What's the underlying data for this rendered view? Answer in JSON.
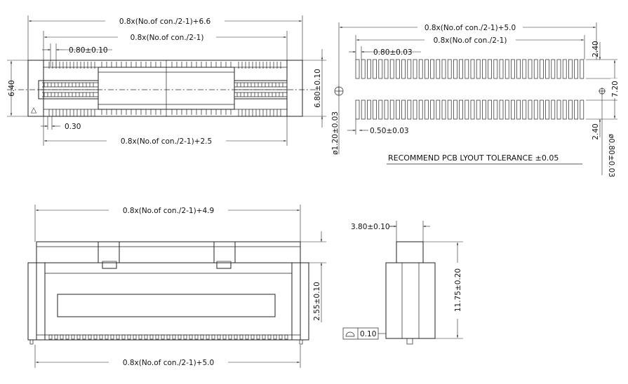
{
  "top_left_view": {
    "dim_overall": "0.8x(No.of con./2-1)+6.6",
    "dim_pitch_span": "0.8x(No.of con./2-1)",
    "dim_pitch": "0.80±0.10",
    "dim_height": "6.40",
    "dim_inner_height": "6.80±0.10",
    "dim_offset": "0.30",
    "dim_bottom": "0.8x(No.of con./2-1)+2.5",
    "marker": "△"
  },
  "pcb_layout_view": {
    "dim_overall": "0.8x(No.of con./2-1)+5.0",
    "dim_pitch_span": "0.8x(No.of con./2-1)",
    "dim_pitch": "0.80±0.03",
    "dim_pad_width": "0.50±0.03",
    "dim_hole_left": "ø1.20±0.03",
    "dim_hole_right": "ø0.80±0.03",
    "dim_pad_length_top": "2.40",
    "dim_pad_length_bottom": "2.40",
    "dim_row_spacing": "7.20",
    "tolerance_note": "RECOMMEND PCB LYOUT TOLERANCE ±0.05"
  },
  "front_view": {
    "dim_top": "0.8x(No.of con./2-1)+4.9",
    "dim_bottom": "0.8x(No.of con./2-1)+5.0",
    "dim_height": "2.55±0.10"
  },
  "side_view": {
    "dim_post_width": "3.80±0.10",
    "dim_height": "11.75±0.20",
    "flatness_value": "0.10"
  }
}
